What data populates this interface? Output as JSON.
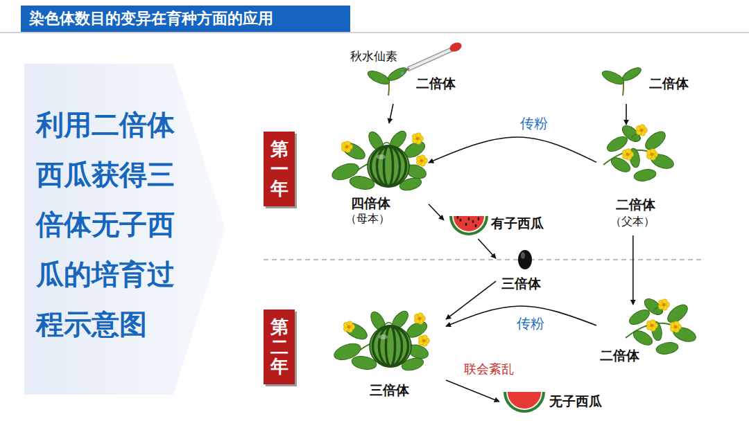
{
  "diagram": {
    "title": "染色体数目的变异在育种方面的应用",
    "nodes": [
      {
        "text": [
          "利用二倍体西瓜获得三倍体无子西瓜的培育过程示意图"
        ]
      },
      {
        "text": [
          "第一年"
        ]
      },
      {
        "text": [
          "二倍体"
        ]
      },
      {
        "text": [
          "二倍体"
        ]
      },
      {
        "text": [
          "四倍体",
          "（母本）"
        ]
      },
      {
        "text": [
          "二倍体",
          "（父本）"
        ]
      },
      {
        "text": [
          "有子西瓜"
        ]
      },
      {
        "text": [
          "三倍体"
        ]
      },
      {
        "text": [
          "第二年"
        ]
      },
      {
        "text": [
          "三倍体"
        ]
      },
      {
        "text": [
          "二倍体"
        ]
      },
      {
        "text": [
          "无子西瓜"
        ]
      }
    ],
    "edges": [
      {
        "from": 2,
        "to": 4,
        "arrow": "to"
      },
      {
        "from": 3,
        "to": 5,
        "arrow": "to"
      },
      {
        "from": 5,
        "to": 4,
        "label": "传粉",
        "arrow": "to"
      },
      {
        "from": 4,
        "to": 6,
        "arrow": "to"
      },
      {
        "from": 6,
        "to": 7,
        "arrow": "to"
      },
      {
        "from": 7,
        "to": 9,
        "arrow": "to"
      },
      {
        "from": 5,
        "to": 10,
        "arrow": "to"
      },
      {
        "from": 10,
        "to": 9,
        "label": "传粉",
        "arrow": "to"
      },
      {
        "from": 9,
        "to": 11,
        "label": "联会紊乱",
        "arrow": "to"
      }
    ],
    "labels": [
      "秋水仙素"
    ]
  }
}
